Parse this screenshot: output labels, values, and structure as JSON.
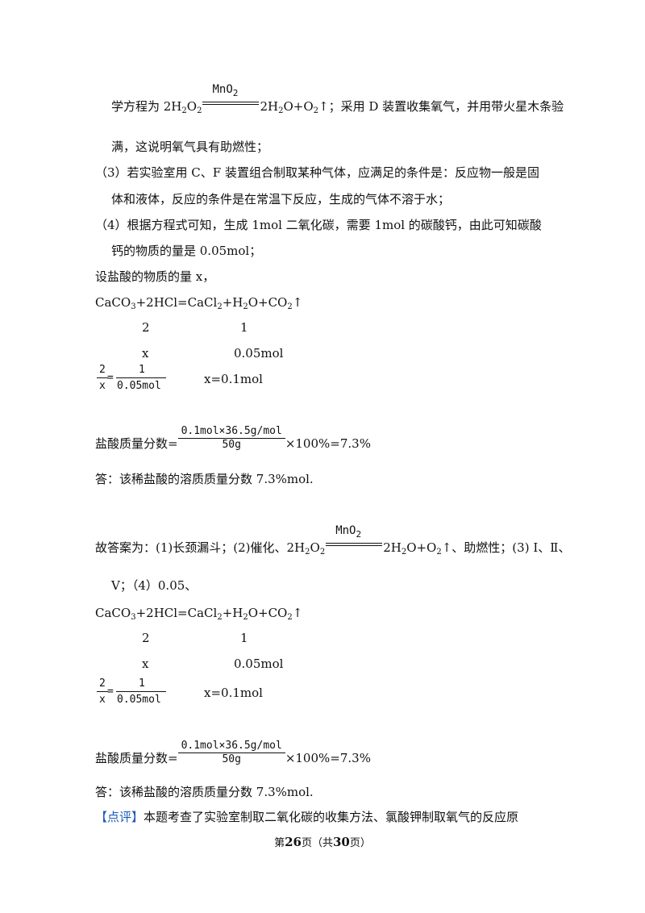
{
  "page": {
    "l1_a": "学方程为 2H",
    "l1_b": "O",
    "l1_c": "2H",
    "l1_d": "O+O",
    "l1_e": "↑；采用 D 装置收集氧气，并用带火星木条验",
    "catalyst": "MnO",
    "l2": "满，这说明氧气具有助燃性；",
    "l3": "（3）若实验室用 C、F 装置组合制取某种气体，应满足的条件是：反应物一般是固",
    "l4": "体和液体，反应的条件是在常温下反应，生成的气体不溶于水；",
    "l5": "（4）根据方程式可知，生成 1mol 二氧化碳，需要 1mol 的碳酸钙，由此可知碳酸",
    "l6": "钙的物质的量是 0.05mol；",
    "l7": "设盐酸的物质的量 x，",
    "eq_a": "CaCO",
    "eq_b": "+2HCl=CaCl",
    "eq_c": "+H",
    "eq_d": "O+CO",
    "eq_e": "↑",
    "coef_hcl": "2",
    "coef_co2": "1",
    "var_x": "x",
    "mol_co2": "0.05mol",
    "ratio_n1": "2",
    "ratio_d1": "x",
    "ratio_eq": "=",
    "ratio_n2": "1",
    "ratio_d2": "0.05mol",
    "x_result": "x=0.1mol",
    "mf_label": "盐酸质量分数=",
    "mf_num": "0.1mol×36.5g/mol",
    "mf_den": "50g",
    "mf_tail": "×100%=7.3%",
    "answer": "答：该稀盐酸的溶质质量分数 7.3%mol.",
    "g1_a": "故答案为：(1)长颈漏斗；(2)催化、2H",
    "g1_b": "O",
    "g1_c": "2H",
    "g1_d": "O+O",
    "g1_e": "↑、助燃性；(3) Ⅰ、Ⅱ、",
    "g2": "Ⅴ；（4）0.05、",
    "sub2": "2",
    "sub3": "3",
    "comment_tag": "【点评】",
    "comment": "本题考查了实验室制取二氧化碳的收集方法、氯酸钾制取氧气的反应原",
    "footer_a": "第",
    "footer_page": "26",
    "footer_b": "页（共",
    "footer_total": "30",
    "footer_c": "页）"
  }
}
